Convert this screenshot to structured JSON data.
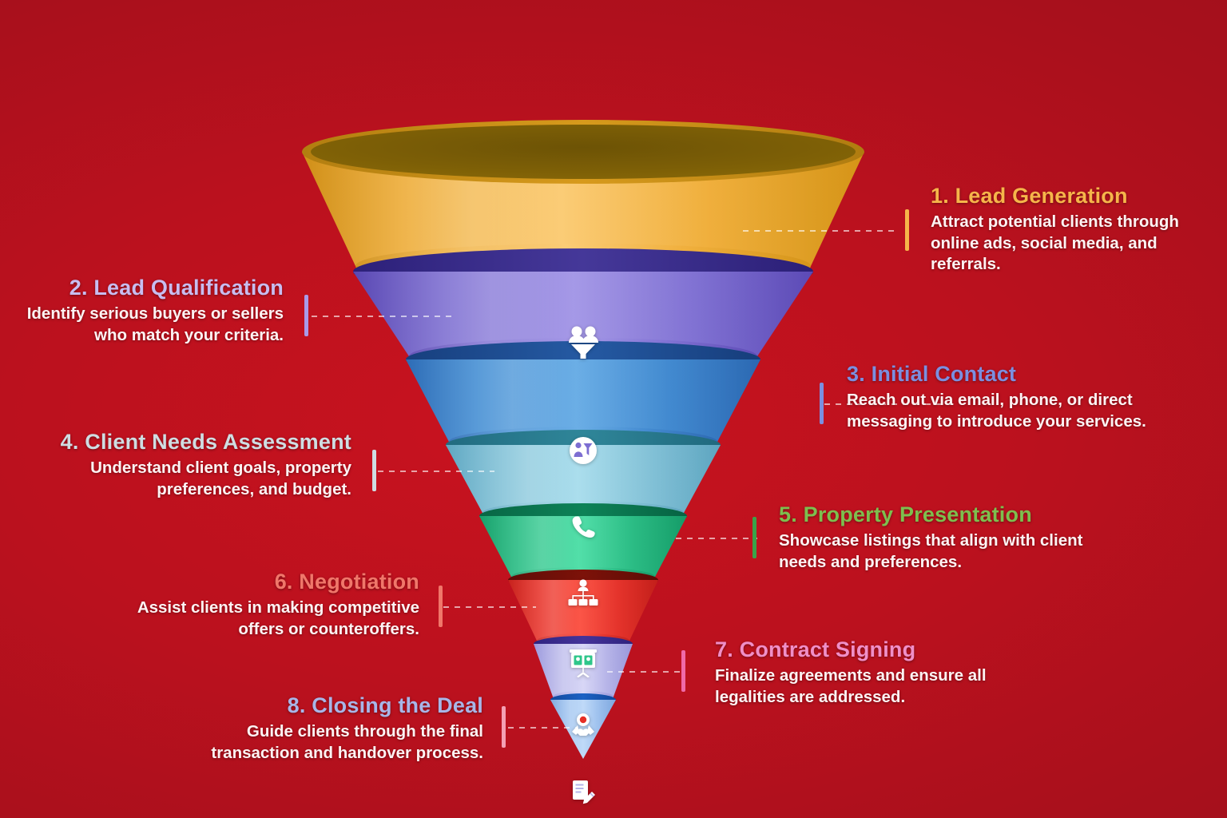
{
  "background": {
    "color_outer": "#9c0f1a",
    "color_inner": "#c8121f"
  },
  "funnel": {
    "type": "inverted-cone-funnel",
    "stage_count": 8,
    "top_rim_color": "#8a6a08",
    "stages": [
      {
        "number": "1",
        "title": "1. Lead Generation",
        "description": "Attract potential clients through online ads, social media, and referrals.",
        "band_color": "#f2b13c",
        "band_color_dark": "#d79318",
        "rim_color": "#c98f15",
        "title_color": "#f6b54a",
        "tick_color": "#f6b54a",
        "icon": "people-funnel-icon",
        "side": "right"
      },
      {
        "number": "2",
        "title": "2. Lead Qualification",
        "description": "Identify serious buyers or sellers who match your criteria.",
        "band_color": "#8b7fdb",
        "band_color_dark": "#5a49b5",
        "rim_color": "#3b2f8c",
        "title_color": "#c8bdf0",
        "tick_color": "#a99ae8",
        "icon": "person-filter-icon",
        "side": "left"
      },
      {
        "number": "3",
        "title": "3. Initial Contact",
        "description": "Reach out via email, phone, or direct messaging to introduce your services.",
        "band_color": "#4a92d8",
        "band_color_dark": "#2f6cb5",
        "rim_color": "#1e4f93",
        "title_color": "#7b8fe0",
        "tick_color": "#7b8fe0",
        "icon": "phone-icon",
        "side": "right"
      },
      {
        "number": "4",
        "title": "4. Client Needs Assessment",
        "description": "Understand client goals, property preferences, and budget.",
        "band_color": "#8ec9de",
        "band_color_dark": "#5fa8c4",
        "rim_color": "#2f7f93",
        "title_color": "#cfdde2",
        "tick_color": "#cfdde2",
        "icon": "org-chart-icon",
        "side": "left"
      },
      {
        "number": "5",
        "title": "5. Property Presentation",
        "description": "Showcase listings that align with client needs and preferences.",
        "band_color": "#2ec68a",
        "band_color_dark": "#1a9d69",
        "rim_color": "#0d7d52",
        "title_color": "#7dbf4e",
        "tick_color": "#3aa349",
        "icon": "presentation-icon",
        "side": "right"
      },
      {
        "number": "6",
        "title": "6. Negotiation",
        "description": "Assist clients in making competitive offers or counteroffers.",
        "band_color": "#f03228",
        "band_color_dark": "#c9211c",
        "rim_color": "#7a1008",
        "title_color": "#f0776a",
        "tick_color": "#f0776a",
        "icon": "handshake-badge-icon",
        "side": "left"
      },
      {
        "number": "7",
        "title": "7. Contract Signing",
        "description": "Finalize agreements and ensure all legalities are addressed.",
        "band_color": "#c3c2ee",
        "band_color_dark": "#9b99dd",
        "rim_color": "#3f2f96",
        "title_color": "#f08fc8",
        "tick_color": "#f06aa8",
        "icon": "contract-pen-icon",
        "side": "right"
      },
      {
        "number": "8",
        "title": "8. Closing the Deal",
        "description": "Guide clients through the final transaction and handover process.",
        "band_color": "#a6c8f0",
        "band_color_dark": "#7fa9e0",
        "rim_color": "#1b5ec0",
        "title_color": "#a8b6e8",
        "tick_color": "#f4a0b4",
        "icon": "handshake-icon",
        "side": "left"
      }
    ]
  }
}
